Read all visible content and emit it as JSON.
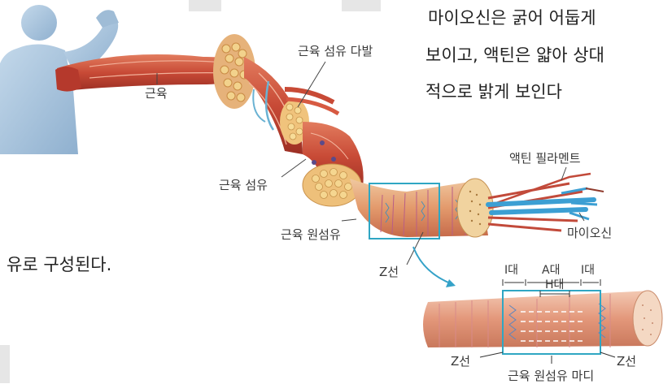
{
  "side_text": {
    "line1": "마이오신은 굵어 어둡게",
    "line2": "보이고, 액틴은 얇아 상대",
    "line3": "적으로 밝게 보인다"
  },
  "left_text": "유로 구성된다.",
  "labels": {
    "muscle": "근육",
    "fascicle": "근육 섬유 다발",
    "fiber": "근육 섬유",
    "myofibril": "근육 원섬유",
    "z_line_top": "Z선",
    "actin": "액틴 필라멘트",
    "myosin": "마이오신",
    "i_band_left": "I대",
    "a_band": "A대",
    "i_band_right": "I대",
    "h_band": "H대",
    "z_line_left": "Z선",
    "z_line_right": "Z선",
    "sarcomere": "근육 원섬유 마디"
  },
  "colors": {
    "muscle_red": "#c8433a",
    "muscle_light": "#e9a98a",
    "fiber_yellow": "#e7c05a",
    "highlight_blue": "#29a6c4",
    "skin_blue": "#a9c7df"
  }
}
